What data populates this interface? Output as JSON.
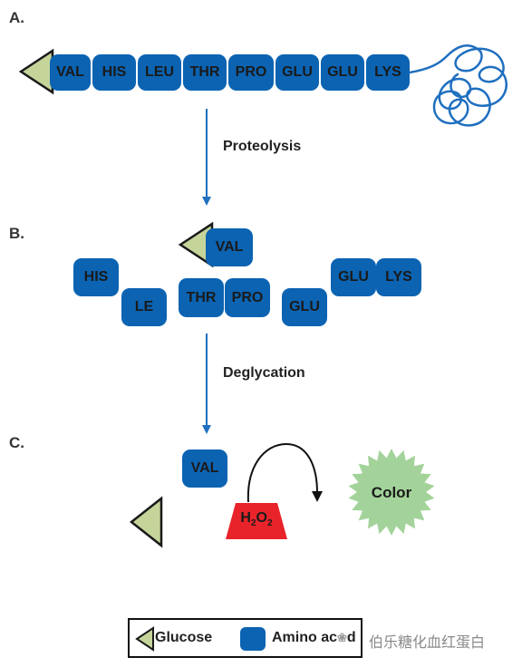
{
  "panels": {
    "a": {
      "label": "A.",
      "chain": [
        "VAL",
        "HIS",
        "LEU",
        "THR",
        "PRO",
        "GLU",
        "GLU",
        "LYS"
      ]
    },
    "b": {
      "label": "B.",
      "fragments": {
        "val": "VAL",
        "his": "HIS",
        "le": "LE",
        "thr": "THR",
        "pro": "PRO",
        "glu_low": "GLU",
        "glu_high": "GLU",
        "lys": "LYS"
      }
    },
    "c": {
      "label": "C.",
      "val": "VAL",
      "h2o2": {
        "h": "H",
        "sub1": "2",
        "o": "O",
        "sub2": "2"
      },
      "color": "Color"
    }
  },
  "steps": {
    "proteolysis": "Proteolysis",
    "deglycation": "Deglycation"
  },
  "legend": {
    "glucose": "Glucose",
    "amino": "Amino ac",
    "amino_tail": "d"
  },
  "watermark": "伯乐糖化血红蛋白",
  "colors": {
    "amino_acid": "#0b63b2",
    "glucose_fill": "#c5d59a",
    "h2o2_fill": "#e8242a",
    "color_burst": "#a3d39a",
    "arrow": "#1f6fbf"
  }
}
